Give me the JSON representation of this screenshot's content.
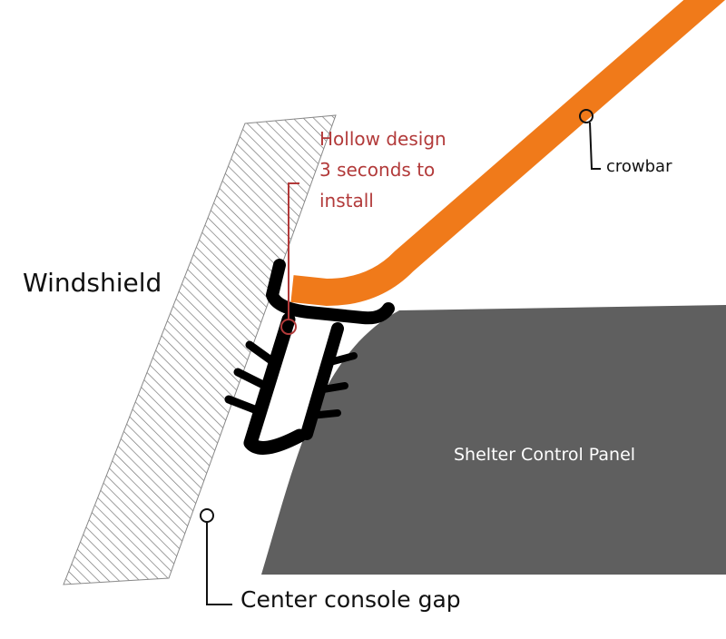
{
  "labels": {
    "windshield": "Windshield",
    "crowbar": "crowbar",
    "hollow_design": [
      "Hollow design",
      "3 seconds to",
      "install"
    ],
    "panel": "Shelter Control Panel",
    "gap": "Center console gap"
  },
  "colors": {
    "crowbar": "#f07a1a",
    "panel": "#5f5f5f",
    "seal": "#000000",
    "annotation_red": "#b23a3a",
    "annotation_black": "#111111"
  }
}
